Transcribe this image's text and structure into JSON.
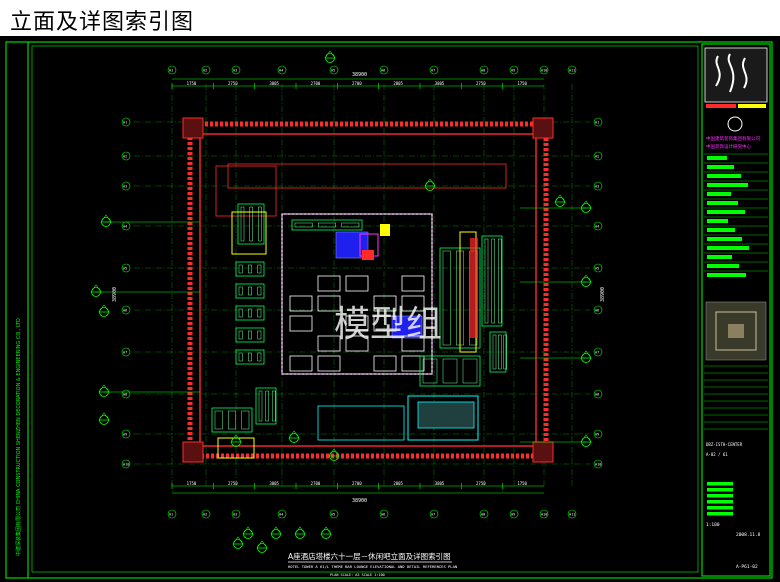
{
  "page_heading": "立面及详图索引图",
  "watermark": "模型组",
  "plan_title": {
    "line1": "A座酒店塔楼六十一层－休闲吧立面及详图索引图",
    "line2": "HOTEL TOWER A 61/L THEME BAR LOUNGE ELEVATIONAL AND DETAIL REFERENCES PLAN",
    "line3": "PLAN SCALE: A3 SCALE 1:100"
  },
  "overall_dimension": "38900",
  "side_dimension": "38900",
  "dimension_chain": [
    "1750",
    "2750",
    "3805",
    "2700",
    "2700",
    "2805",
    "3805",
    "2750",
    "1750"
  ],
  "grid_labels_top": [
    "A1",
    "A2",
    "A3",
    "A4",
    "A5",
    "A6",
    "A7",
    "A8",
    "A9",
    "A10",
    "A11"
  ],
  "grid_labels_side": [
    "A1",
    "A2",
    "A3",
    "A4",
    "A5",
    "A6",
    "A7",
    "A8",
    "A9",
    "A10"
  ],
  "left_strip_text": "中建深装集团有限公司 CHINA CONSTRUCTION SHENZHEN DECORATION & ENGINEERING CO., LTD",
  "title_block": {
    "company_line": "中国建筑装饰集团有限公司",
    "design_center": "中国装饰设计研究中心",
    "project_code": "DBZ-ISTH-CENTER",
    "sheet_no": "A-02 / 61",
    "scale": "1:100",
    "date": "2008.11.8",
    "drawing_no": "A-P61-02"
  },
  "colors": {
    "background": "#000000",
    "frame": "#00ff00",
    "walls": "#ff2a2a",
    "grid": "#00cc00",
    "furniture": "#00ff66",
    "blue_fill": "#3030ff",
    "yellow": "#ffff00",
    "magenta": "#ff33ff",
    "cyan": "#00ffff",
    "white": "#ffffff"
  }
}
